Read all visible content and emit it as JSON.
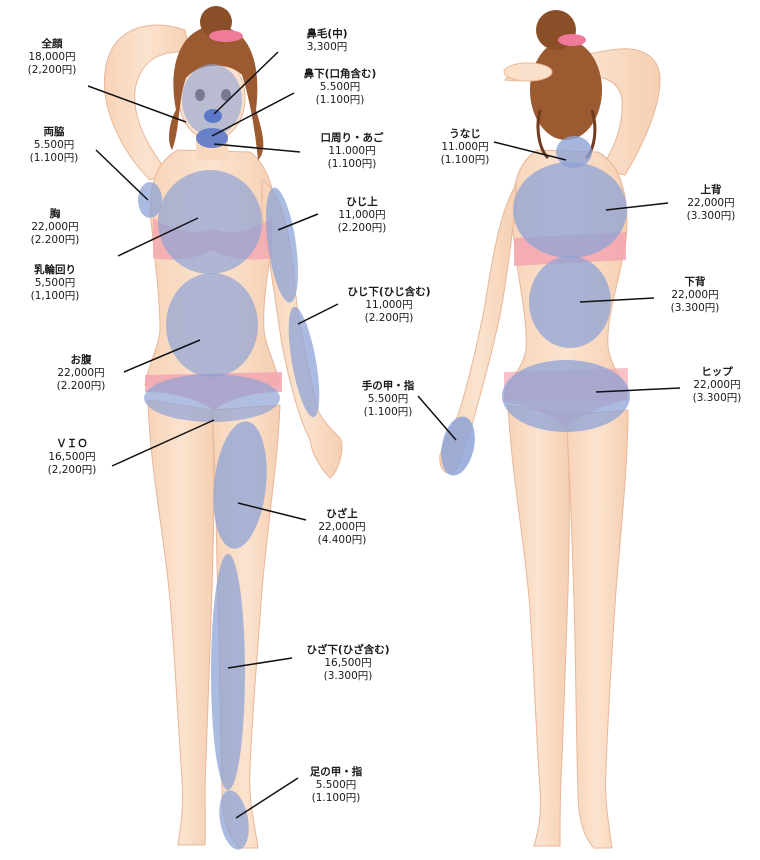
{
  "labels": {
    "zengan": {
      "name": "全顔",
      "price": "18,000円",
      "sub": "(2,200円)"
    },
    "hanage": {
      "name": "鼻毛(中)",
      "price": "3,300円",
      "sub": ""
    },
    "hanashita": {
      "name": "鼻下(口角含む)",
      "price": "5.500円",
      "sub": "(1.100円)"
    },
    "kuchi": {
      "name": "口周り・あご",
      "price": "11.000円",
      "sub": "(1.100円)"
    },
    "ryowaki": {
      "name": "両脇",
      "price": "5.500円",
      "sub": "(1.100円)"
    },
    "mune": {
      "name": "胸",
      "price": "22,000円",
      "sub": "(2.200円)"
    },
    "nyurin": {
      "name": "乳輪回り",
      "price": "5,500円",
      "sub": "(1,100円)"
    },
    "hijiue": {
      "name": "ひじ上",
      "price": "11,000円",
      "sub": "(2.200円)"
    },
    "hijishita": {
      "name": "ひじ下(ひじ含む)",
      "price": "11,000円",
      "sub": "(2.200円)"
    },
    "onaka": {
      "name": "お腹",
      "price": "22,000円",
      "sub": "(2.200円)"
    },
    "vio": {
      "name": "ＶＩＯ",
      "price": "16,500円",
      "sub": "(2,200円)"
    },
    "tenoko": {
      "name": "手の甲・指",
      "price": "5.500円",
      "sub": "(1.100円)"
    },
    "hizaue": {
      "name": "ひざ上",
      "price": "22,000円",
      "sub": "(4.400円)"
    },
    "hizashita": {
      "name": "ひざ下(ひざ含む)",
      "price": "16,500円",
      "sub": "(3.300円)"
    },
    "ashinoko": {
      "name": "足の甲・指",
      "price": "5.500円",
      "sub": "(1.100円)"
    },
    "unaji": {
      "name": "うなじ",
      "price": "11.000円",
      "sub": "(1.100円)"
    },
    "uwasenaka": {
      "name": "上背",
      "price": "22,000円",
      "sub": "(3.300円)"
    },
    "shitasenaka": {
      "name": "下背",
      "price": "22,000円",
      "sub": "(3.300円)"
    },
    "hip": {
      "name": "ヒップ",
      "price": "22,000円",
      "sub": "(3.300円)"
    }
  },
  "colors": {
    "skin": "#f9dcc4",
    "skin_edge": "#e9b99a",
    "hair": "#9b5a2f",
    "hair_dark": "#6f3b1c",
    "zone": "#8ea3d6",
    "zone_dark": "#5b79c6",
    "underwear": "#f3a6b0",
    "scrunchie": "#f07a9a",
    "line": "#111111"
  }
}
